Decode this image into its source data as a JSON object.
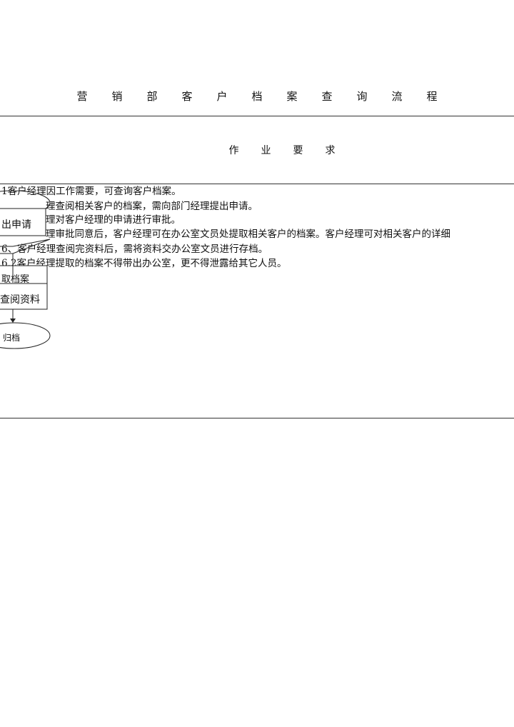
{
  "title_chars": [
    "营",
    "销",
    "部",
    "客",
    "户",
    "档",
    "案",
    "查",
    "询",
    "流",
    "程"
  ],
  "section_chars": [
    "作",
    "业",
    "要",
    "求"
  ],
  "requirements": [
    "1客户经理因工作需要，可查询客户档案。",
    "理查阅相关客户的档案，需向部门经理提出申请。",
    "理对客户经理的申请进行审批。",
    "理审批同意后，客户经理可在办公室文员处提取相关客户的档案。客户经理可对相关客户的详细",
    "6、客户经理查阅完资料后，需将资料交办公室文员进行存档。",
    "6.2客户经理提取的档案不得带出办公室，更不得泄露给其它人员。"
  ],
  "flowchart": {
    "apply": "出申请",
    "review": "查阅资料",
    "archive": "归档",
    "fetch_partial": "取档案"
  }
}
